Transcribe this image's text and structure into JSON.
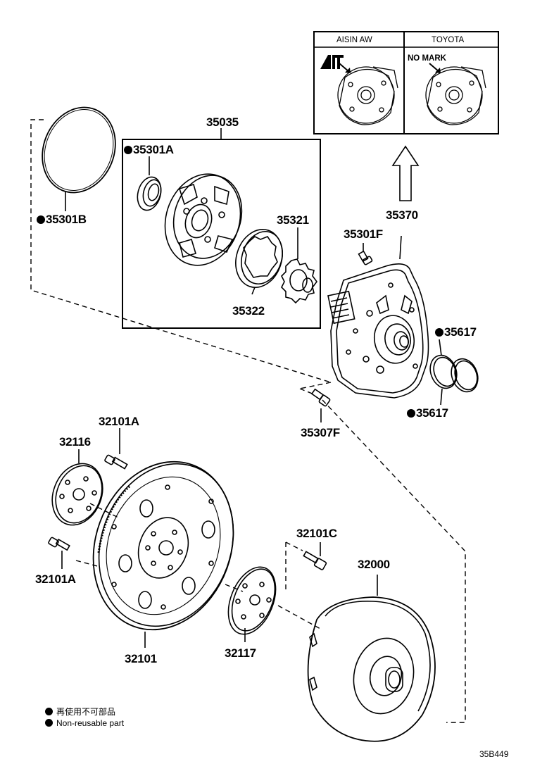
{
  "labels": {
    "p35035": "35035",
    "p35301A": "35301A",
    "p35301B": "35301B",
    "p35321": "35321",
    "p35322": "35322",
    "p35370": "35370",
    "p35301F": "35301F",
    "p35617_top": "35617",
    "p35617_bot": "35617",
    "p35307F": "35307F",
    "p32101A_top": "32101A",
    "p32116": "32116",
    "p32101A_left": "32101A",
    "p32101C": "32101C",
    "p32000": "32000",
    "p32101": "32101",
    "p32117": "32117"
  },
  "inset": {
    "col1_header": "AISIN AW",
    "col2_header": "TOYOTA",
    "col2_note": "NO MARK"
  },
  "legend": {
    "line1": "再使用不可部品",
    "line2": "Non-reusable part"
  },
  "figure_code": "35B449",
  "icons": [
    "non-reusable-dot-icon",
    "up-arrow-icon",
    "aisin-logo-icon"
  ]
}
